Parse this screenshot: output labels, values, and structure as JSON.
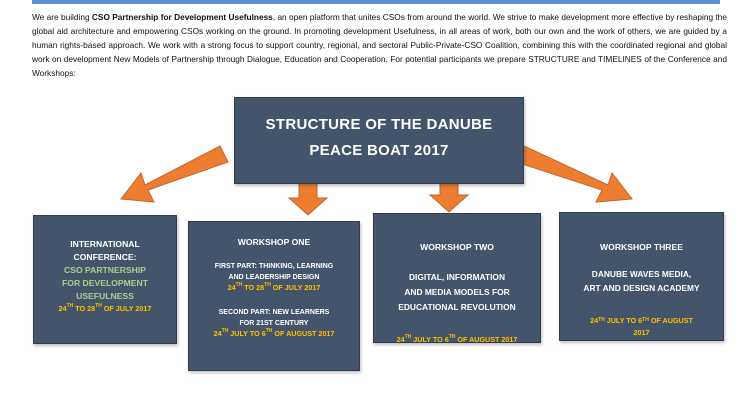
{
  "intro": {
    "part1": "We are building ",
    "bold": "CSO Partnership for Development Usefulness",
    "part2": ", an open platform that unites CSOs from around the world. We strive to make development more effective by reshaping the global aid architecture and empowering CSOs working on the ground. In promoting development Usefulness, in all areas of work, both our own and the work of others, we are guided by a human rights-based approach. We work with a strong focus to support country, regional, and sectoral Public-Private-CSO Coalition, combining this with the coordinated regional and global work on development New Models of Partnership through Dialogue, Education and Cooperation. For potential participants we prepare STRUCTURE and TIMELINES of the Conference and Workshops:"
  },
  "main": {
    "line1": "STRUCTURE OF THE DANUBE",
    "line2": "PEACE BOAT 2017"
  },
  "conference": {
    "l1": "INTERNATIONAL",
    "l2": "CONFERENCE:",
    "g1": "CSO PARTNERSHIP",
    "g2": "FOR DEVELOPMENT",
    "g3": "USEFULNESS",
    "d_a": "24",
    "d_sa": "TH",
    "d_b": " TO 28",
    "d_sb": "TH",
    "d_c": " OF JULY 2017"
  },
  "w1": {
    "title": "WORKSHOP ONE",
    "p1a": "FIRST PART: THINKING, LEARNING",
    "p1b": "AND LEADERSHIP DESIGN",
    "d1_a": "24",
    "d1_sa": "TH",
    "d1_b": " TO 28",
    "d1_sb": "TH",
    "d1_c": " OF JULY 2017",
    "p2a": "SECOND PART: NEW LEARNERS",
    "p2b": "FOR 21ST CENTURY",
    "d2_a": "24",
    "d2_sa": "TH",
    "d2_b": " JULY TO 6",
    "d2_sb": "TH",
    "d2_c": " OF AUGUST 2017"
  },
  "w2": {
    "title": "WORKSHOP TWO",
    "l1": "DIGITAL, INFORMATION",
    "l2": "AND MEDIA MODELS FOR",
    "l3": "EDUCATIONAL REVOLUTION",
    "d_a": "24",
    "d_sa": "TH",
    "d_b": " JULY TO 6",
    "d_sb": "TH",
    "d_c": " OF AUGUST 2017"
  },
  "w3": {
    "title": "WORKSHOP THREE",
    "l1": "DANUBE WAVES MEDIA,",
    "l2": "ART AND DESIGN ACADEMY",
    "d_a": "24",
    "d_sa": "TH",
    "d_b": " JULY TO 6",
    "d_sb": "TH",
    "d_c": " OF AUGUST",
    "d_line2": "2017"
  },
  "colors": {
    "box": "#44546a",
    "arrow": "#ed7d31",
    "green": "#a9d08e",
    "gold": "#ffc000",
    "rule": "#5b8fd0"
  }
}
